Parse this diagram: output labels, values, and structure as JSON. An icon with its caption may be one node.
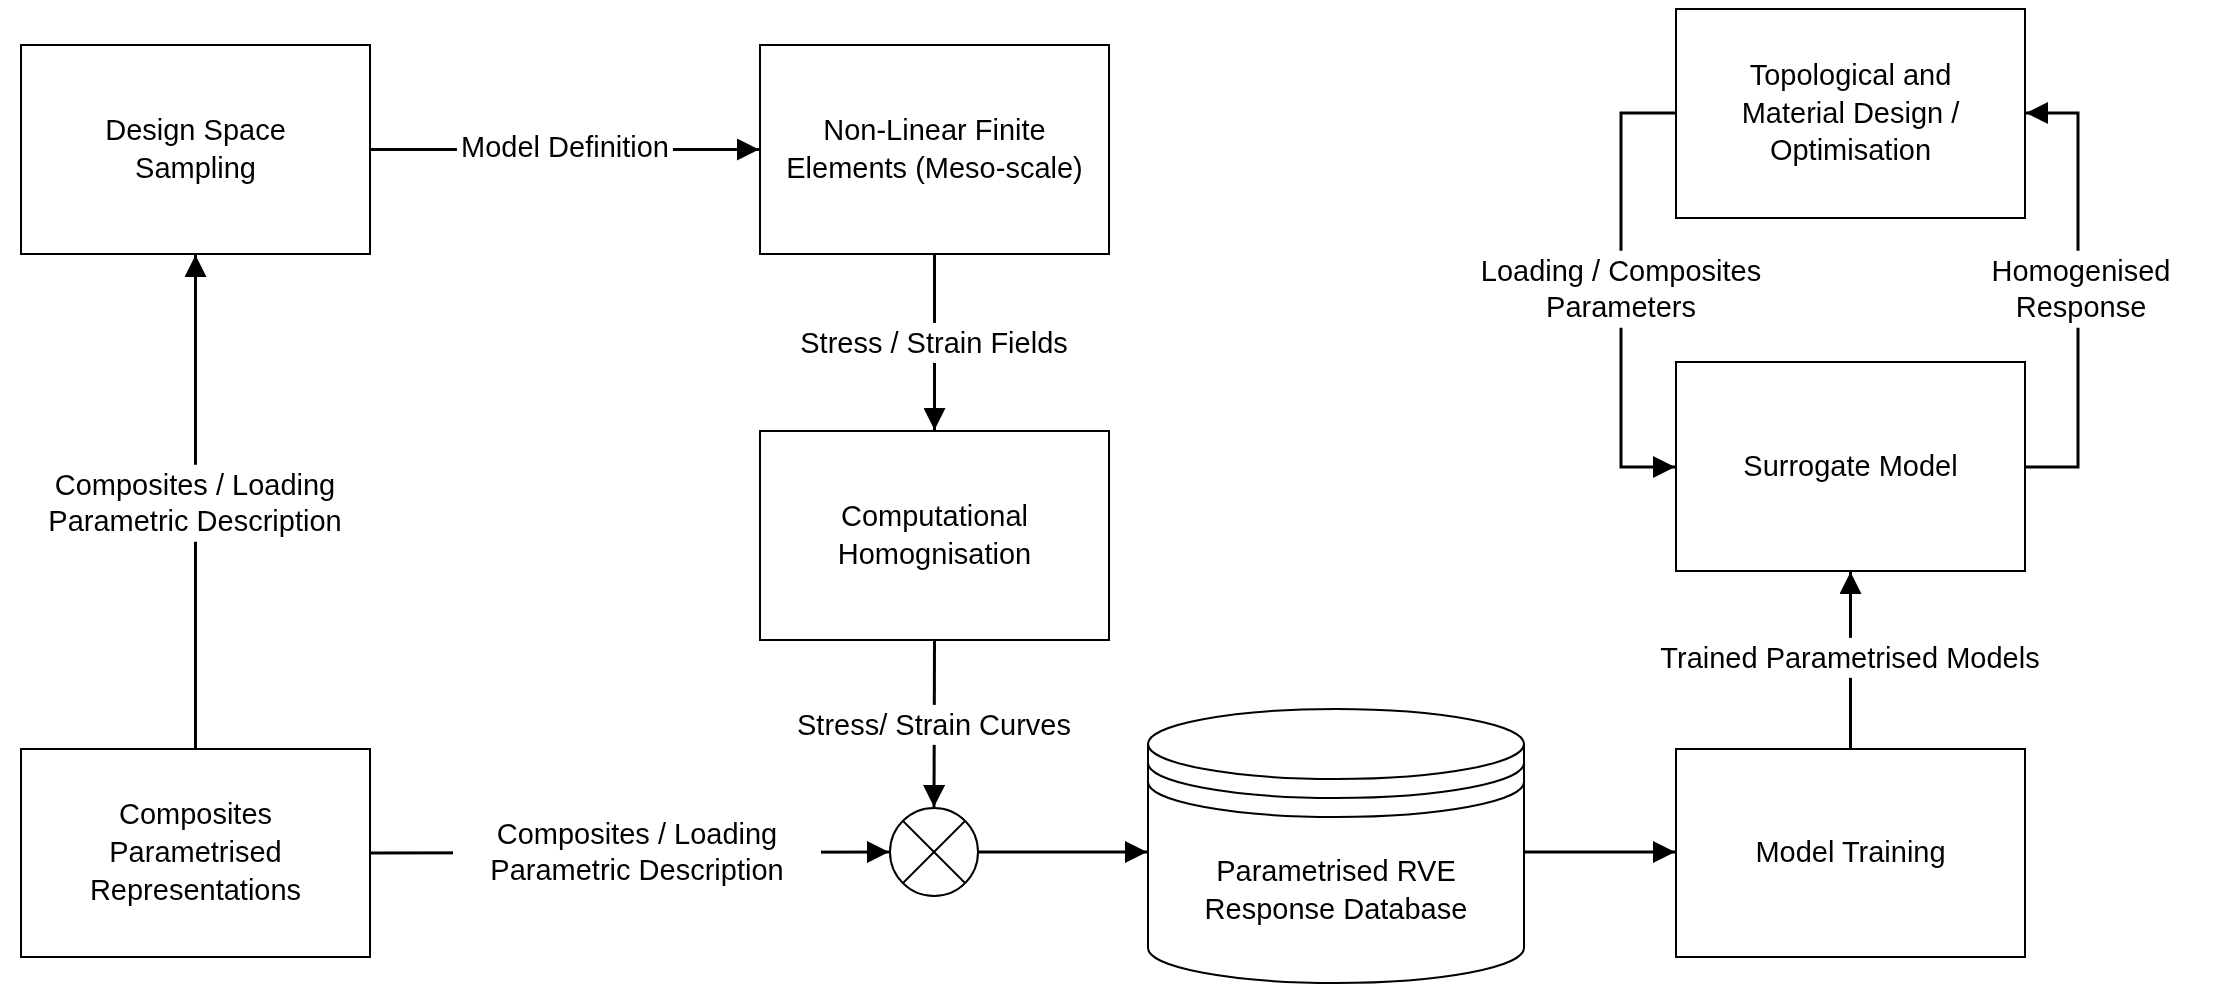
{
  "diagram": {
    "nodes": [
      {
        "text": [
          "Design Space Sampling"
        ]
      },
      {
        "text": [
          "Non-Linear Finite Elements (Meso-scale)"
        ]
      },
      {
        "text": [
          "Computational Homognisation"
        ]
      },
      {
        "text": [
          "Composites Parametrised Representations"
        ]
      },
      {
        "text": [],
        "shape": "circle"
      },
      {
        "text": [
          "Parametrised RVE Response Database"
        ]
      },
      {
        "text": [
          "Model Training"
        ]
      },
      {
        "text": [
          "Surrogate Model"
        ]
      },
      {
        "text": [
          "Topological and Material Design / Optimisation"
        ]
      }
    ],
    "edges": [
      {
        "from": 3,
        "to": 0,
        "arrow": "to",
        "label": "Composites / Loading Parametric Description"
      },
      {
        "from": 0,
        "to": 1,
        "arrow": "to",
        "label": "Model Definition"
      },
      {
        "from": 1,
        "to": 2,
        "arrow": "to",
        "label": "Stress / Strain Fields"
      },
      {
        "from": 2,
        "to": 4,
        "arrow": "to",
        "label": "Stress/ Strain Curves"
      },
      {
        "from": 3,
        "to": 4,
        "arrow": "to",
        "label": "Composites / Loading Parametric Description"
      },
      {
        "from": 4,
        "to": 5,
        "arrow": "to"
      },
      {
        "from": 5,
        "to": 6,
        "arrow": "to"
      },
      {
        "from": 6,
        "to": 7,
        "arrow": "to",
        "label": "Trained Parametrised Models"
      },
      {
        "from": 8,
        "to": 7,
        "arrow": "to",
        "label": "Loading / Composites Parameters"
      },
      {
        "from": 7,
        "to": 8,
        "arrow": "to",
        "label": "Homogenised Response"
      }
    ]
  }
}
